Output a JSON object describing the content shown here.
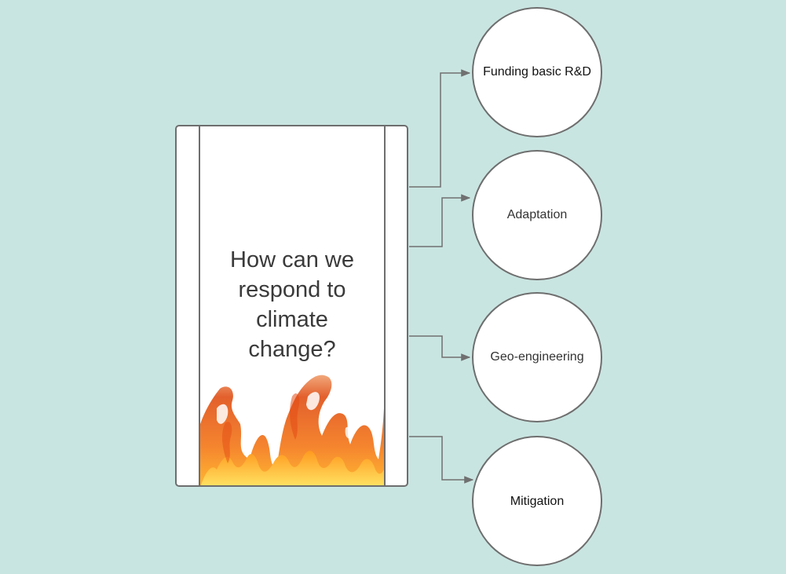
{
  "question": "How can we\nrespond to\nclimate\nchange?",
  "responses": [
    {
      "label": "Funding basic R&D"
    },
    {
      "label": "Adaptation"
    },
    {
      "label": "Geo-engineering"
    },
    {
      "label": "Mitigation"
    }
  ],
  "colors": {
    "background": "#c9e5e1",
    "box_fill": "#ffffff",
    "box_stroke": "#6e6e6e",
    "connector": "#707070",
    "fire_orange": "#f26a1b",
    "fire_yellow": "#ffc230"
  },
  "icons": {
    "fire": "fire-flames-icon"
  }
}
